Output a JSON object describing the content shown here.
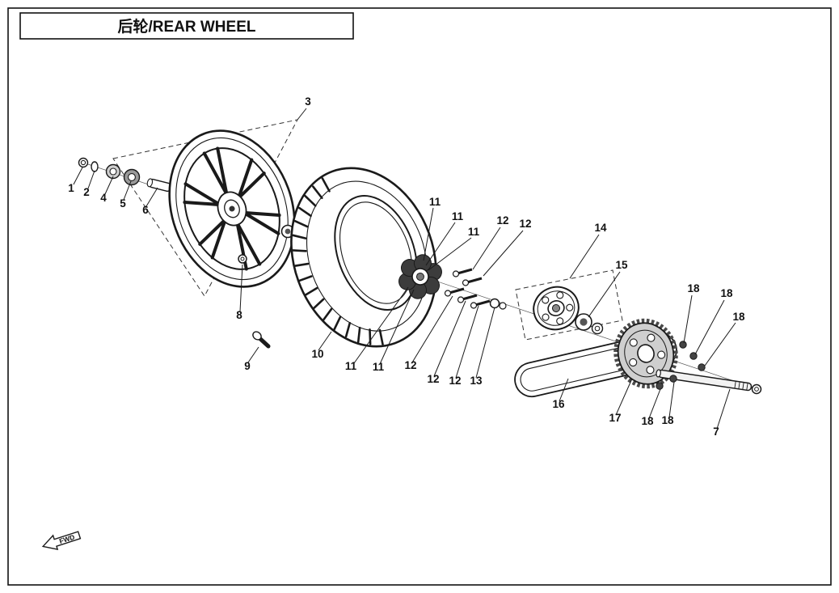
{
  "title_block": {
    "title": "后轮/REAR WHEEL"
  },
  "fwd_marker": {
    "label": "FWD"
  },
  "callouts": [
    "1",
    "2",
    "4",
    "5",
    "6",
    "3",
    "8",
    "9",
    "10",
    "11",
    "11",
    "11",
    "12",
    "12",
    "11",
    "11",
    "12",
    "12",
    "12",
    "13",
    "14",
    "15",
    "16",
    "17",
    "18",
    "18",
    "18",
    "18",
    "18",
    "7"
  ]
}
